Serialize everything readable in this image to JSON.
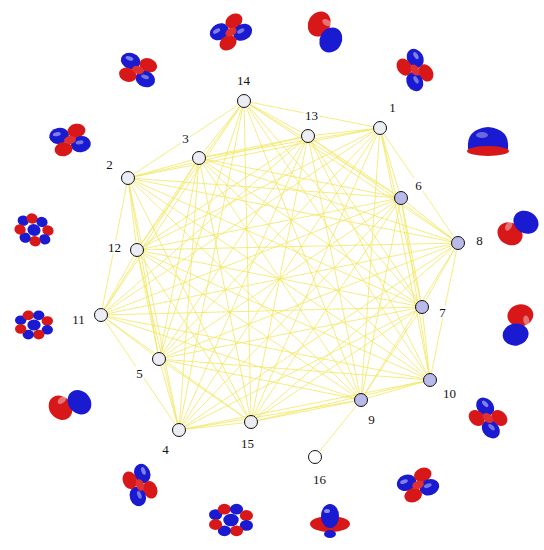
{
  "diagram": {
    "nodes": [
      {
        "text": [
          "1"
        ]
      },
      {
        "text": [
          "2"
        ]
      },
      {
        "text": [
          "3"
        ]
      },
      {
        "text": [
          "4"
        ]
      },
      {
        "text": [
          "5"
        ]
      },
      {
        "text": [
          "6"
        ]
      },
      {
        "text": [
          "7"
        ]
      },
      {
        "text": [
          "8"
        ]
      },
      {
        "text": [
          "9"
        ]
      },
      {
        "text": [
          "10"
        ]
      },
      {
        "text": [
          "11"
        ]
      },
      {
        "text": [
          "12"
        ]
      },
      {
        "text": [
          "13"
        ]
      },
      {
        "text": [
          "14"
        ]
      },
      {
        "text": [
          "15"
        ]
      },
      {
        "text": [
          "16"
        ]
      }
    ],
    "edges": [
      {
        "from": 0,
        "to": 1,
        "arrow": "none"
      },
      {
        "from": 0,
        "to": 2,
        "arrow": "none"
      },
      {
        "from": 0,
        "to": 3,
        "arrow": "none"
      },
      {
        "from": 0,
        "to": 4,
        "arrow": "none"
      },
      {
        "from": 0,
        "to": 5,
        "arrow": "none"
      },
      {
        "from": 0,
        "to": 6,
        "arrow": "none"
      },
      {
        "from": 0,
        "to": 7,
        "arrow": "none"
      },
      {
        "from": 0,
        "to": 8,
        "arrow": "none"
      },
      {
        "from": 0,
        "to": 9,
        "arrow": "none"
      },
      {
        "from": 0,
        "to": 10,
        "arrow": "none"
      },
      {
        "from": 0,
        "to": 11,
        "arrow": "none"
      },
      {
        "from": 0,
        "to": 12,
        "arrow": "none"
      },
      {
        "from": 0,
        "to": 13,
        "arrow": "none"
      },
      {
        "from": 0,
        "to": 14,
        "arrow": "none"
      },
      {
        "from": 1,
        "to": 2,
        "arrow": "none"
      },
      {
        "from": 1,
        "to": 3,
        "arrow": "none"
      },
      {
        "from": 1,
        "to": 4,
        "arrow": "none"
      },
      {
        "from": 1,
        "to": 5,
        "arrow": "none"
      },
      {
        "from": 1,
        "to": 6,
        "arrow": "none"
      },
      {
        "from": 1,
        "to": 7,
        "arrow": "none"
      },
      {
        "from": 1,
        "to": 8,
        "arrow": "none"
      },
      {
        "from": 1,
        "to": 9,
        "arrow": "none"
      },
      {
        "from": 1,
        "to": 10,
        "arrow": "none"
      },
      {
        "from": 1,
        "to": 11,
        "arrow": "none"
      },
      {
        "from": 1,
        "to": 12,
        "arrow": "none"
      },
      {
        "from": 1,
        "to": 13,
        "arrow": "none"
      },
      {
        "from": 1,
        "to": 14,
        "arrow": "none"
      },
      {
        "from": 2,
        "to": 3,
        "arrow": "none"
      },
      {
        "from": 2,
        "to": 4,
        "arrow": "none"
      },
      {
        "from": 2,
        "to": 5,
        "arrow": "none"
      },
      {
        "from": 2,
        "to": 6,
        "arrow": "none"
      },
      {
        "from": 2,
        "to": 7,
        "arrow": "none"
      },
      {
        "from": 2,
        "to": 8,
        "arrow": "none"
      },
      {
        "from": 2,
        "to": 9,
        "arrow": "none"
      },
      {
        "from": 2,
        "to": 10,
        "arrow": "none"
      },
      {
        "from": 2,
        "to": 11,
        "arrow": "none"
      },
      {
        "from": 2,
        "to": 12,
        "arrow": "none"
      },
      {
        "from": 2,
        "to": 13,
        "arrow": "none"
      },
      {
        "from": 2,
        "to": 14,
        "arrow": "none"
      },
      {
        "from": 3,
        "to": 4,
        "arrow": "none"
      },
      {
        "from": 3,
        "to": 5,
        "arrow": "none"
      },
      {
        "from": 3,
        "to": 6,
        "arrow": "none"
      },
      {
        "from": 3,
        "to": 7,
        "arrow": "none"
      },
      {
        "from": 3,
        "to": 8,
        "arrow": "none"
      },
      {
        "from": 3,
        "to": 9,
        "arrow": "none"
      },
      {
        "from": 3,
        "to": 10,
        "arrow": "none"
      },
      {
        "from": 3,
        "to": 11,
        "arrow": "none"
      },
      {
        "from": 3,
        "to": 12,
        "arrow": "none"
      },
      {
        "from": 3,
        "to": 13,
        "arrow": "none"
      },
      {
        "from": 3,
        "to": 14,
        "arrow": "none"
      },
      {
        "from": 4,
        "to": 5,
        "arrow": "none"
      },
      {
        "from": 4,
        "to": 6,
        "arrow": "none"
      },
      {
        "from": 4,
        "to": 7,
        "arrow": "none"
      },
      {
        "from": 4,
        "to": 8,
        "arrow": "none"
      },
      {
        "from": 4,
        "to": 9,
        "arrow": "none"
      },
      {
        "from": 4,
        "to": 10,
        "arrow": "none"
      },
      {
        "from": 4,
        "to": 11,
        "arrow": "none"
      },
      {
        "from": 4,
        "to": 12,
        "arrow": "none"
      },
      {
        "from": 4,
        "to": 13,
        "arrow": "none"
      },
      {
        "from": 4,
        "to": 14,
        "arrow": "none"
      },
      {
        "from": 5,
        "to": 6,
        "arrow": "none"
      },
      {
        "from": 5,
        "to": 7,
        "arrow": "none"
      },
      {
        "from": 5,
        "to": 8,
        "arrow": "none"
      },
      {
        "from": 5,
        "to": 9,
        "arrow": "none"
      },
      {
        "from": 5,
        "to": 10,
        "arrow": "none"
      },
      {
        "from": 5,
        "to": 11,
        "arrow": "none"
      },
      {
        "from": 5,
        "to": 12,
        "arrow": "none"
      },
      {
        "from": 5,
        "to": 13,
        "arrow": "none"
      },
      {
        "from": 5,
        "to": 14,
        "arrow": "none"
      },
      {
        "from": 6,
        "to": 7,
        "arrow": "none"
      },
      {
        "from": 6,
        "to": 8,
        "arrow": "none"
      },
      {
        "from": 6,
        "to": 9,
        "arrow": "none"
      },
      {
        "from": 6,
        "to": 10,
        "arrow": "none"
      },
      {
        "from": 6,
        "to": 11,
        "arrow": "none"
      },
      {
        "from": 6,
        "to": 12,
        "arrow": "none"
      },
      {
        "from": 6,
        "to": 13,
        "arrow": "none"
      },
      {
        "from": 6,
        "to": 14,
        "arrow": "none"
      },
      {
        "from": 7,
        "to": 8,
        "arrow": "none"
      },
      {
        "from": 7,
        "to": 9,
        "arrow": "none"
      },
      {
        "from": 7,
        "to": 10,
        "arrow": "none"
      },
      {
        "from": 7,
        "to": 11,
        "arrow": "none"
      },
      {
        "from": 7,
        "to": 12,
        "arrow": "none"
      },
      {
        "from": 7,
        "to": 13,
        "arrow": "none"
      },
      {
        "from": 7,
        "to": 14,
        "arrow": "none"
      },
      {
        "from": 8,
        "to": 9,
        "arrow": "none"
      },
      {
        "from": 8,
        "to": 10,
        "arrow": "none"
      },
      {
        "from": 8,
        "to": 11,
        "arrow": "none"
      },
      {
        "from": 8,
        "to": 12,
        "arrow": "none"
      },
      {
        "from": 8,
        "to": 13,
        "arrow": "none"
      },
      {
        "from": 8,
        "to": 14,
        "arrow": "none"
      },
      {
        "from": 9,
        "to": 10,
        "arrow": "none"
      },
      {
        "from": 9,
        "to": 11,
        "arrow": "none"
      },
      {
        "from": 9,
        "to": 12,
        "arrow": "none"
      },
      {
        "from": 9,
        "to": 13,
        "arrow": "none"
      },
      {
        "from": 9,
        "to": 14,
        "arrow": "none"
      },
      {
        "from": 10,
        "to": 11,
        "arrow": "none"
      },
      {
        "from": 10,
        "to": 12,
        "arrow": "none"
      },
      {
        "from": 10,
        "to": 13,
        "arrow": "none"
      },
      {
        "from": 10,
        "to": 14,
        "arrow": "none"
      },
      {
        "from": 11,
        "to": 12,
        "arrow": "none"
      },
      {
        "from": 11,
        "to": 13,
        "arrow": "none"
      },
      {
        "from": 11,
        "to": 14,
        "arrow": "none"
      },
      {
        "from": 12,
        "to": 13,
        "arrow": "none"
      },
      {
        "from": 12,
        "to": 14,
        "arrow": "none"
      },
      {
        "from": 13,
        "to": 14,
        "arrow": "none"
      },
      {
        "from": 8,
        "to": 15,
        "arrow": "none"
      }
    ]
  }
}
